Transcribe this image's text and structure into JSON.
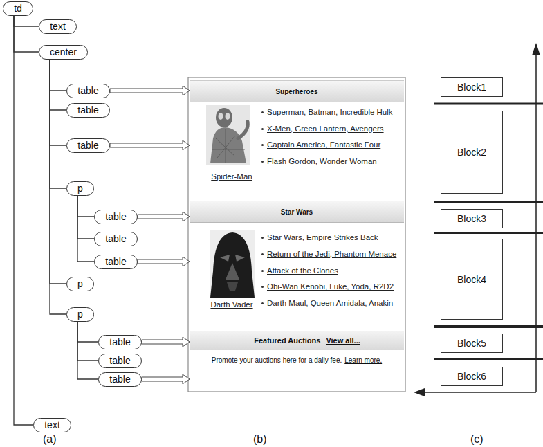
{
  "diagram": {
    "nodes": [
      {
        "text": [
          "td"
        ]
      },
      {
        "text": [
          "text"
        ]
      },
      {
        "text": [
          "center"
        ]
      },
      {
        "text": [
          "table"
        ]
      },
      {
        "text": [
          "table"
        ]
      },
      {
        "text": [
          "table"
        ]
      },
      {
        "text": [
          "p"
        ]
      },
      {
        "text": [
          "table"
        ]
      },
      {
        "text": [
          "table"
        ]
      },
      {
        "text": [
          "table"
        ]
      },
      {
        "text": [
          "p"
        ]
      },
      {
        "text": [
          "p"
        ]
      },
      {
        "text": [
          "table"
        ]
      },
      {
        "text": [
          "table"
        ]
      },
      {
        "text": [
          "table"
        ]
      },
      {
        "text": [
          "text"
        ]
      },
      {
        "text": [
          "Superheroes"
        ]
      },
      {
        "text": [
          "Superman, Batman, Incredible Hulk",
          "X-Men, Green Lantern, Avengers",
          "Captain America, Fantastic Four",
          "Flash Gordon, Wonder Woman",
          "Spider-Man"
        ]
      },
      {
        "text": [
          "Star Wars"
        ]
      },
      {
        "text": [
          "Star Wars, Empire Strikes Back",
          "Return of the Jedi, Phantom Menace",
          "Attack of the Clones",
          "Obi-Wan Kenobi, Luke, Yoda, R2D2",
          "Darth Maul, Queen Amidala, Anakin",
          "Darth Vader"
        ]
      },
      {
        "text": [
          "Featured Auctions",
          "View all..."
        ]
      },
      {
        "text": [
          "Promote your auctions here for a daily fee.",
          "Learn more."
        ]
      },
      {
        "text": [
          "Block1"
        ]
      },
      {
        "text": [
          "Block2"
        ]
      },
      {
        "text": [
          "Block3"
        ]
      },
      {
        "text": [
          "Block4"
        ]
      },
      {
        "text": [
          "Block5"
        ]
      },
      {
        "text": [
          "Block6"
        ]
      }
    ],
    "edges": [
      {
        "from": 0,
        "to": 1,
        "arrow": "none"
      },
      {
        "from": 0,
        "to": 2,
        "arrow": "none"
      },
      {
        "from": 0,
        "to": 15,
        "arrow": "none"
      },
      {
        "from": 2,
        "to": 3,
        "arrow": "none"
      },
      {
        "from": 2,
        "to": 4,
        "arrow": "none"
      },
      {
        "from": 2,
        "to": 5,
        "arrow": "none"
      },
      {
        "from": 2,
        "to": 6,
        "arrow": "none"
      },
      {
        "from": 2,
        "to": 10,
        "arrow": "none"
      },
      {
        "from": 2,
        "to": 11,
        "arrow": "none"
      },
      {
        "from": 6,
        "to": 7,
        "arrow": "none"
      },
      {
        "from": 6,
        "to": 8,
        "arrow": "none"
      },
      {
        "from": 6,
        "to": 9,
        "arrow": "none"
      },
      {
        "from": 11,
        "to": 12,
        "arrow": "none"
      },
      {
        "from": 11,
        "to": 13,
        "arrow": "none"
      },
      {
        "from": 11,
        "to": 14,
        "arrow": "none"
      },
      {
        "from": 3,
        "to": 16,
        "arrow": "to"
      },
      {
        "from": 5,
        "to": 17,
        "arrow": "to"
      },
      {
        "from": 7,
        "to": 18,
        "arrow": "to"
      },
      {
        "from": 9,
        "to": 19,
        "arrow": "to"
      },
      {
        "from": 12,
        "to": 20,
        "arrow": "to"
      },
      {
        "from": 14,
        "to": 21,
        "arrow": "to"
      }
    ],
    "labels": [
      "(a)",
      "(b)",
      "(c)"
    ]
  }
}
